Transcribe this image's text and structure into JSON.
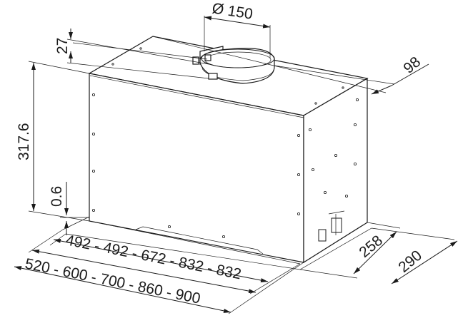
{
  "diagram": {
    "duct_diameter": "Ø 150",
    "collar_height": "27",
    "collar_offset": "98",
    "height": "317.6",
    "bottom_gap": "0.6",
    "inner_widths": "492 - 492 - 672 - 832 - 832",
    "outer_widths": "520 - 600 - 700 - 860 - 900",
    "inner_depth": "258",
    "outer_depth": "290"
  }
}
